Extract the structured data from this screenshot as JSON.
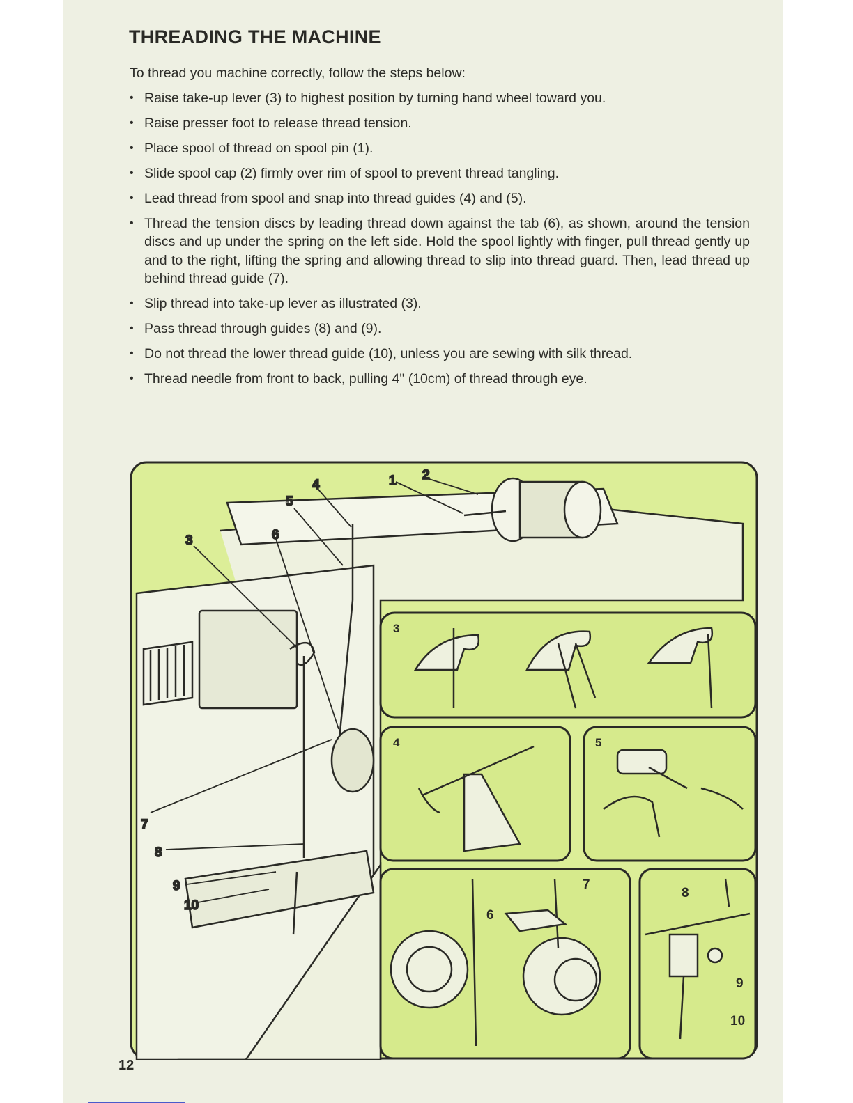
{
  "title": "THREADING THE MACHINE",
  "intro": "To thread you machine correctly, follow the steps below:",
  "steps": [
    "Raise take-up lever (3) to highest position by turning hand wheel toward you.",
    "Raise presser foot to release thread tension.",
    "Place spool of thread on spool pin (1).",
    "Slide spool cap (2) firmly over rim of spool to prevent thread tangling.",
    "Lead thread from spool and snap into thread guides (4) and (5).",
    "Thread the tension discs by leading thread down against the tab (6), as shown, around the tension discs and up under the spring on the left side. Hold the spool lightly with finger, pull thread gently up and to the right, lifting the spring and allowing thread to slip into thread guard. Then, lead thread up behind thread guide (7).",
    "Slip thread into take-up lever as illustrated (3).",
    "Pass thread through guides (8) and (9).",
    "Do not thread the lower thread guide (10), unless you are sewing with silk thread.",
    "Thread needle from front to back, pulling 4\" (10cm) of thread through eye."
  ],
  "figure": {
    "main_callouts": [
      "1",
      "2",
      "3",
      "4",
      "5",
      "6",
      "7",
      "8",
      "9",
      "10"
    ],
    "panels": [
      {
        "number": "3"
      },
      {
        "number": "4"
      },
      {
        "number": "5"
      },
      {
        "number": "7",
        "callouts": [
          "6",
          "7"
        ]
      },
      {
        "number": "8",
        "callouts": [
          "8",
          "9",
          "10"
        ]
      }
    ]
  },
  "page_number": "12",
  "colors": {
    "page_bg": "#eef0e3",
    "illustration_fill": "#dcee98",
    "panel_fill": "#d6ea8c",
    "line_art": "#2a2a26"
  }
}
